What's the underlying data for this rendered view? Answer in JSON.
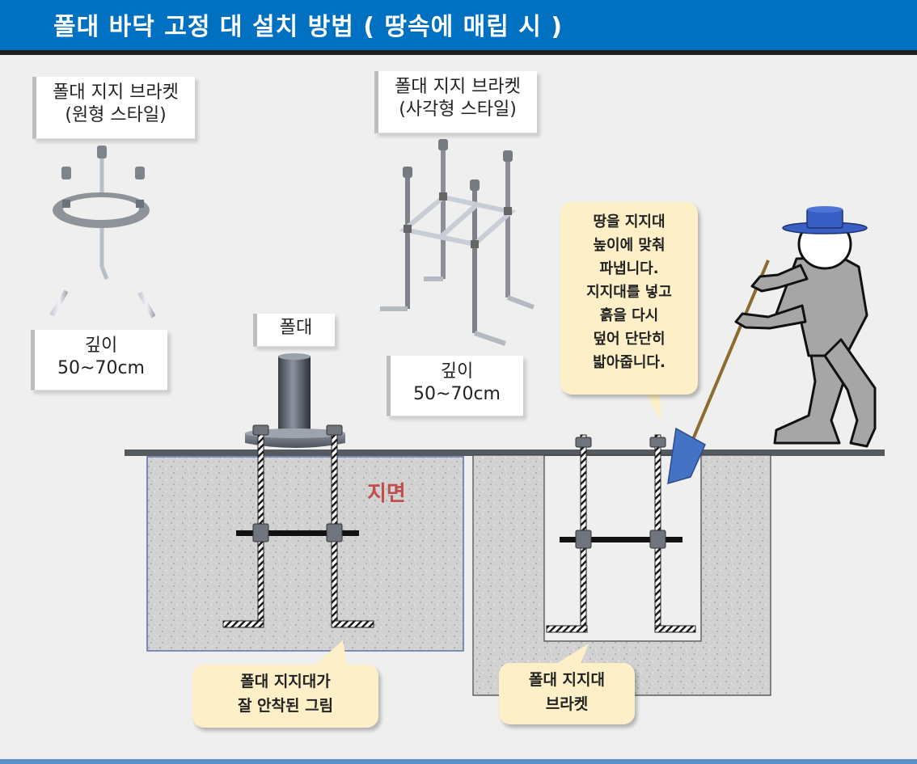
{
  "header": {
    "title": "폴대 바닥 고정 대 설치 방법 ( 땅속에 매립 시 )"
  },
  "labels": {
    "round_bracket": [
      "폴대 지지 브라켓",
      "(원형 스타일)"
    ],
    "square_bracket": [
      "폴대 지지 브라켓",
      "(사각형 스타일)"
    ],
    "depth_left": [
      "깊이",
      "50~70cm"
    ],
    "depth_right": [
      "깊이",
      "50~70cm"
    ],
    "pole": "폴대",
    "ground": "지면"
  },
  "callouts": {
    "instruction": [
      "땅을 지지대",
      "높이에 맞춰",
      "파냅니다.",
      "지지대를 넣고",
      "흙을 다시",
      "덮어 단단히",
      "밟아줍니다."
    ],
    "installed": [
      "폴대 지지대가",
      "잘 안착된 그림"
    ],
    "bracket": [
      "폴대 지지대",
      "브라켓"
    ]
  },
  "colors": {
    "header_blue": "#0070c0",
    "callout_fill": "#fdf0c8",
    "ground_text": "#c0504d",
    "hat_blue": "#3a5fc4",
    "shovel_blue": "#4472c4",
    "figure_gray": "#a6a6a6"
  }
}
